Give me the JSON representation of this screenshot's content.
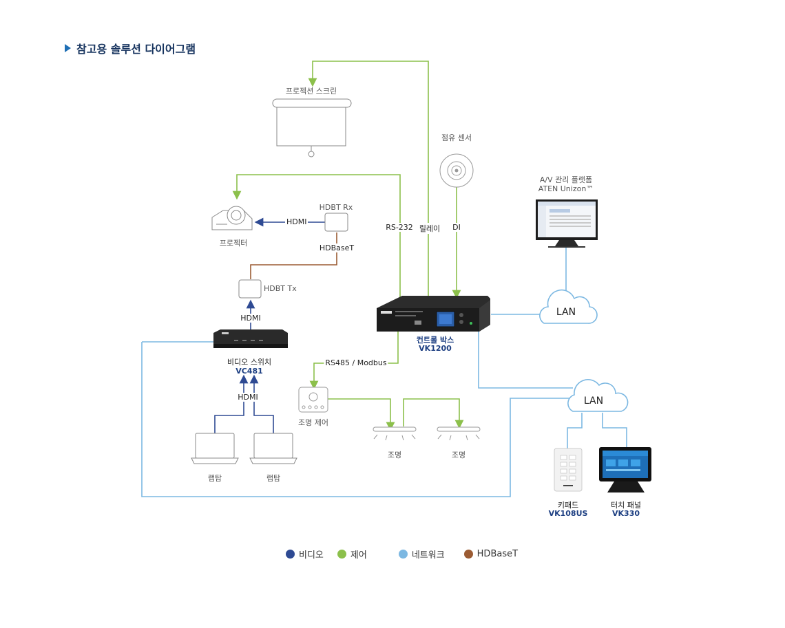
{
  "title": "참고용 솔루션 다이어그램",
  "colors": {
    "video": "#2e4a93",
    "control": "#8cc04b",
    "network": "#7cb8e2",
    "hdbaset": "#9b5b33"
  },
  "nodes": {
    "screen": "프로젝션 스크린",
    "occupancy": "점유 센서",
    "unizon_line1": "A/V 관리 플랫폼",
    "unizon_line2": "ATEN Unizon™",
    "hdbt_rx": "HDBT Rx",
    "projector": "프로젝터",
    "hdbt_tx": "HDBT Tx",
    "switch_name": "비디오 스위치",
    "switch_model": "VC481",
    "control_box_name": "컨트롤 박스",
    "control_box_model": "VK1200",
    "light_control": "조명 제어",
    "light1": "조명",
    "light2": "조명",
    "laptop1": "랩탑",
    "laptop2": "랩탑",
    "keypad_name": "키패드",
    "keypad_model": "VK108US",
    "touch_name": "터치 패널",
    "touch_model": "VK330",
    "cloud1": "LAN",
    "cloud2": "LAN"
  },
  "links": {
    "hdmi_rx_projector": "HDMI",
    "hdbaset": "HDBaseT",
    "hdmi_switch_tx": "HDMI",
    "hdmi_laptops": "HDMI",
    "rs232": "RS-232",
    "relay": "릴레이",
    "di": "DI",
    "rs485": "RS485 / Modbus"
  },
  "legend": [
    {
      "label": "비디오",
      "color": "#2e4a93"
    },
    {
      "label": "제어",
      "color": "#8cc04b"
    },
    {
      "label": "네트워크",
      "color": "#7cb8e2"
    },
    {
      "label": "HDBaseT",
      "color": "#9b5b33"
    }
  ]
}
